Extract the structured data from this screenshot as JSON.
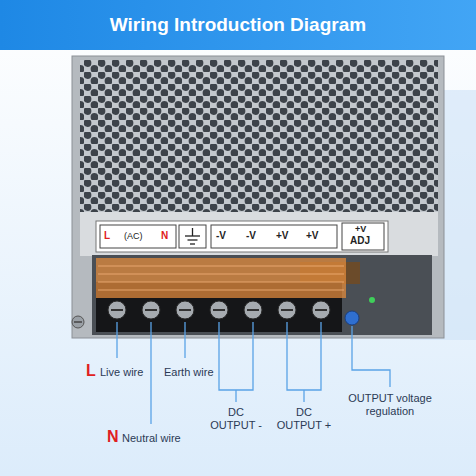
{
  "diagram": {
    "title": "Wiring Introduction Diagram",
    "labels": [
      "L",
      "(AC)",
      "N",
      "-V",
      "-V",
      "+V",
      "+V",
      "+V",
      "ADJ",
      "L",
      "Live wire",
      "Earth wire",
      "N",
      "Neutral wire",
      "DC OUTPUT -",
      "DC OUTPUT +",
      "OUTPUT voltage regulation"
    ]
  }
}
